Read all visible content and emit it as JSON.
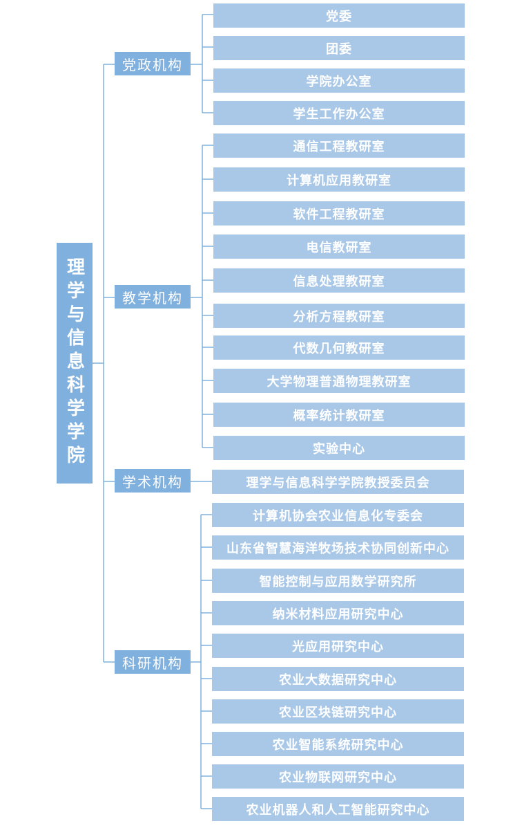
{
  "root": {
    "label": "理学与信息科学学院"
  },
  "categories": [
    {
      "label": "党政机构",
      "items": [
        "党委",
        "团委",
        "学院办公室",
        "学生工作办公室"
      ]
    },
    {
      "label": "教学机构",
      "items": [
        "通信工程教研室",
        "计算机应用教研室",
        "软件工程教研室",
        "电信教研室",
        "信息处理教研室",
        "分析方程教研室",
        "代数几何教研室",
        "大学物理普通物理教研室",
        "概率统计教研室",
        "实验中心"
      ]
    },
    {
      "label": "学术机构",
      "items": [
        "理学与信息科学学院教授委员会"
      ]
    },
    {
      "label": "科研机构",
      "items": [
        "计算机协会农业信息化专委会",
        "山东省智慧海洋牧场技术协同创新中心",
        "智能控制与应用数学研究所",
        "纳米材料应用研究中心",
        "光应用研究中心",
        "农业大数据研究中心",
        "农业区块链研究中心",
        "农业智能系统研究中心",
        "农业物联网研究中心",
        "农业机器人和人工智能研究中心"
      ]
    }
  ],
  "colors": {
    "root": "#7fb0de",
    "category": "#7fb0de",
    "leaf": "#a9c8e8",
    "line": "#7fb0de",
    "text": "#ffffff"
  }
}
